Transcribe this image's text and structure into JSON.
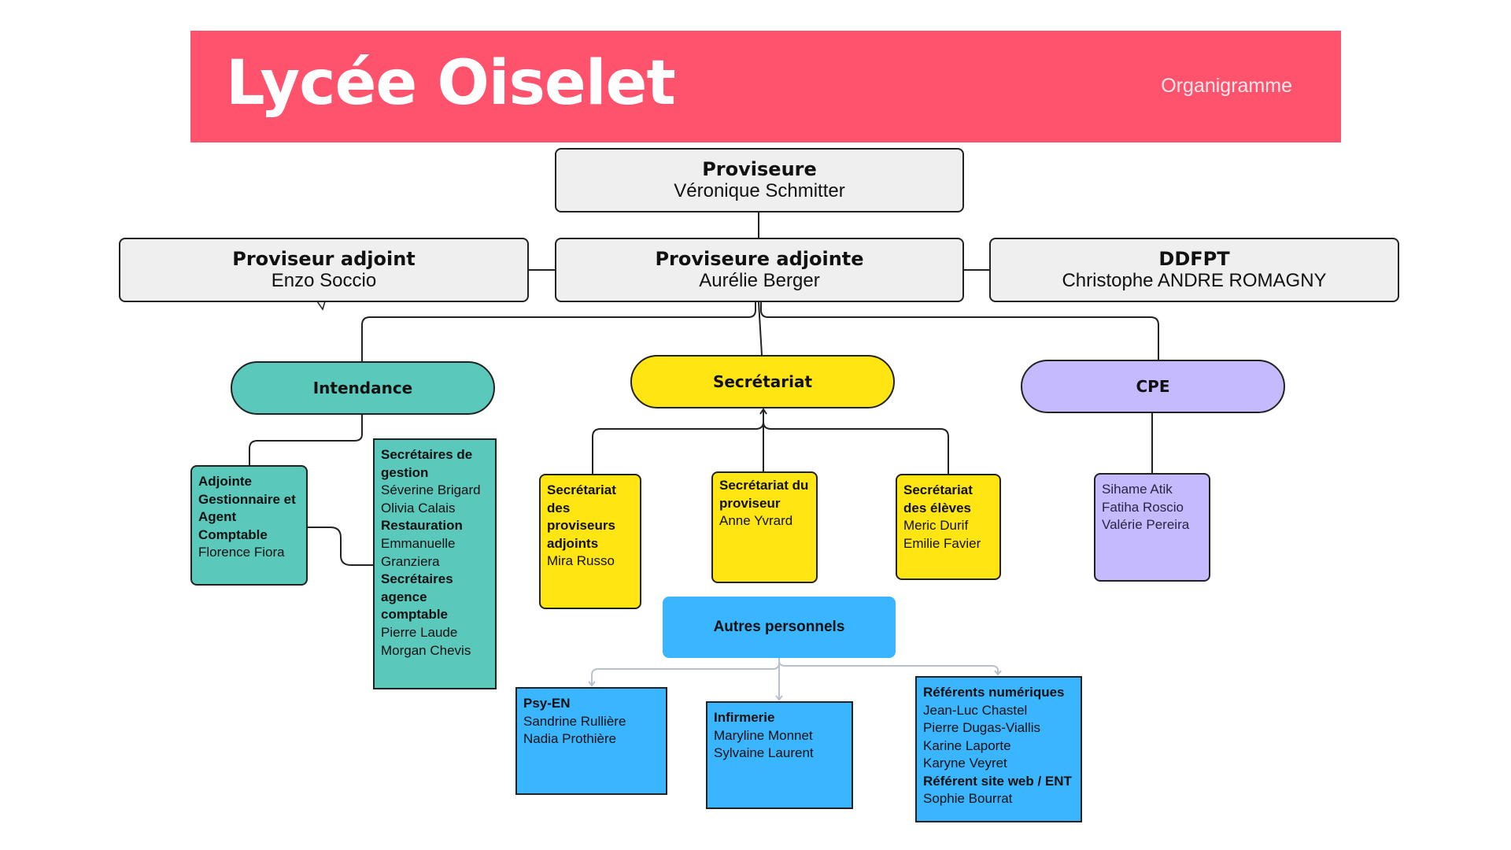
{
  "header": {
    "title": "Lycée Oiselet",
    "subtitle": "Organigramme",
    "color": "#ff526d"
  },
  "leadership": {
    "proviseure": {
      "role": "Proviseure",
      "name": "Véronique Schmitter"
    },
    "adjoint": {
      "role": "Proviseur adjoint",
      "name": "Enzo Soccio"
    },
    "adjointe": {
      "role": "Proviseure adjointe",
      "name": "Aurélie Berger"
    },
    "ddfpt": {
      "role": "DDFPT",
      "name": "Christophe ANDRE ROMAGNY"
    }
  },
  "departments": {
    "intendance": {
      "label": "Intendance",
      "color": "#5bc8bc",
      "adjointe": {
        "title_lines": [
          "Adjointe",
          "Gestionnaire et",
          "Agent",
          "Comptable"
        ],
        "name": "Florence Fiora"
      },
      "staff": [
        {
          "type": "title",
          "text": "Secrétaires de"
        },
        {
          "type": "title",
          "text": "gestion"
        },
        {
          "type": "person",
          "text": "Séverine Brigard"
        },
        {
          "type": "person",
          "text": "Olivia Calais"
        },
        {
          "type": "title",
          "text": "Restauration"
        },
        {
          "type": "person",
          "text": "Emmanuelle"
        },
        {
          "type": "person",
          "text": "Granziera"
        },
        {
          "type": "title",
          "text": "Secrétaires"
        },
        {
          "type": "title",
          "text": "agence"
        },
        {
          "type": "title",
          "text": "comptable"
        },
        {
          "type": "person",
          "text": "Pierre Laude"
        },
        {
          "type": "person",
          "text": "Morgan Chevis"
        }
      ]
    },
    "secretariat": {
      "label": "Secrétariat",
      "color": "#ffe512",
      "units": [
        {
          "title_lines": [
            "Secrétariat",
            "des",
            "proviseurs",
            "adjoints"
          ],
          "people": [
            "Mira Russo"
          ]
        },
        {
          "title_lines": [
            "Secrétariat du",
            "proviseur"
          ],
          "people": [
            "Anne Yvrard"
          ]
        },
        {
          "title_lines": [
            "Secrétariat",
            "des élèves"
          ],
          "people": [
            "Meric Durif",
            "Emilie Favier"
          ]
        }
      ]
    },
    "cpe": {
      "label": "CPE",
      "color": "#c6baff",
      "people": [
        "Sihame Atik",
        "Fatiha Roscio",
        "Valérie Pereira"
      ]
    },
    "autres": {
      "label": "Autres personnels",
      "color": "#3ab5ff",
      "units": [
        {
          "lines": [
            {
              "type": "title",
              "text": "Psy-EN"
            },
            {
              "type": "person",
              "text": "Sandrine Rullière"
            },
            {
              "type": "person",
              "text": "Nadia Prothière"
            }
          ]
        },
        {
          "lines": [
            {
              "type": "title",
              "text": "Infirmerie"
            },
            {
              "type": "person",
              "text": "Maryline Monnet"
            },
            {
              "type": "person",
              "text": "Sylvaine Laurent"
            }
          ]
        },
        {
          "lines": [
            {
              "type": "title",
              "text": "Référents numériques"
            },
            {
              "type": "person",
              "text": "Jean-Luc Chastel"
            },
            {
              "type": "person",
              "text": "Pierre Dugas-Viallis"
            },
            {
              "type": "person",
              "text": "Karine Laporte"
            },
            {
              "type": "person",
              "text": "Karyne Veyret"
            },
            {
              "type": "title",
              "text": "Référent site web / ENT"
            },
            {
              "type": "person",
              "text": "Sophie Bourrat"
            }
          ]
        }
      ]
    }
  }
}
